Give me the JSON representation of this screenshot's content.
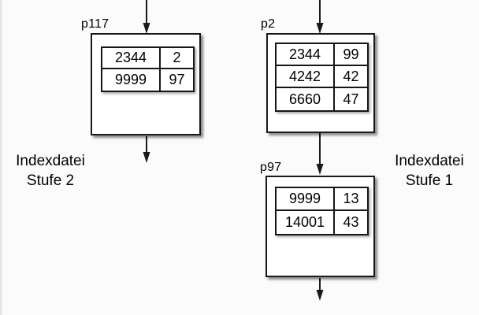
{
  "colors": {
    "background": "#fbfbfb",
    "line": "#1a1a1a",
    "box_fill": "#ffffff",
    "text": "#000000"
  },
  "nodes": [
    {
      "id": "p117",
      "label": "p117",
      "rows": [
        [
          "2344",
          "2"
        ],
        [
          "9999",
          "97"
        ]
      ]
    },
    {
      "id": "p2",
      "label": "p2",
      "rows": [
        [
          "2344",
          "99"
        ],
        [
          "4242",
          "42"
        ],
        [
          "6660",
          "47"
        ]
      ]
    },
    {
      "id": "p97",
      "label": "p97",
      "rows": [
        [
          "9999",
          "13"
        ],
        [
          "14001",
          "43"
        ]
      ]
    }
  ],
  "captions": {
    "left": {
      "line1": "Indexdatei",
      "line2": "Stufe 2"
    },
    "right": {
      "line1": "Indexdatei",
      "line2": "Stufe 1"
    }
  }
}
